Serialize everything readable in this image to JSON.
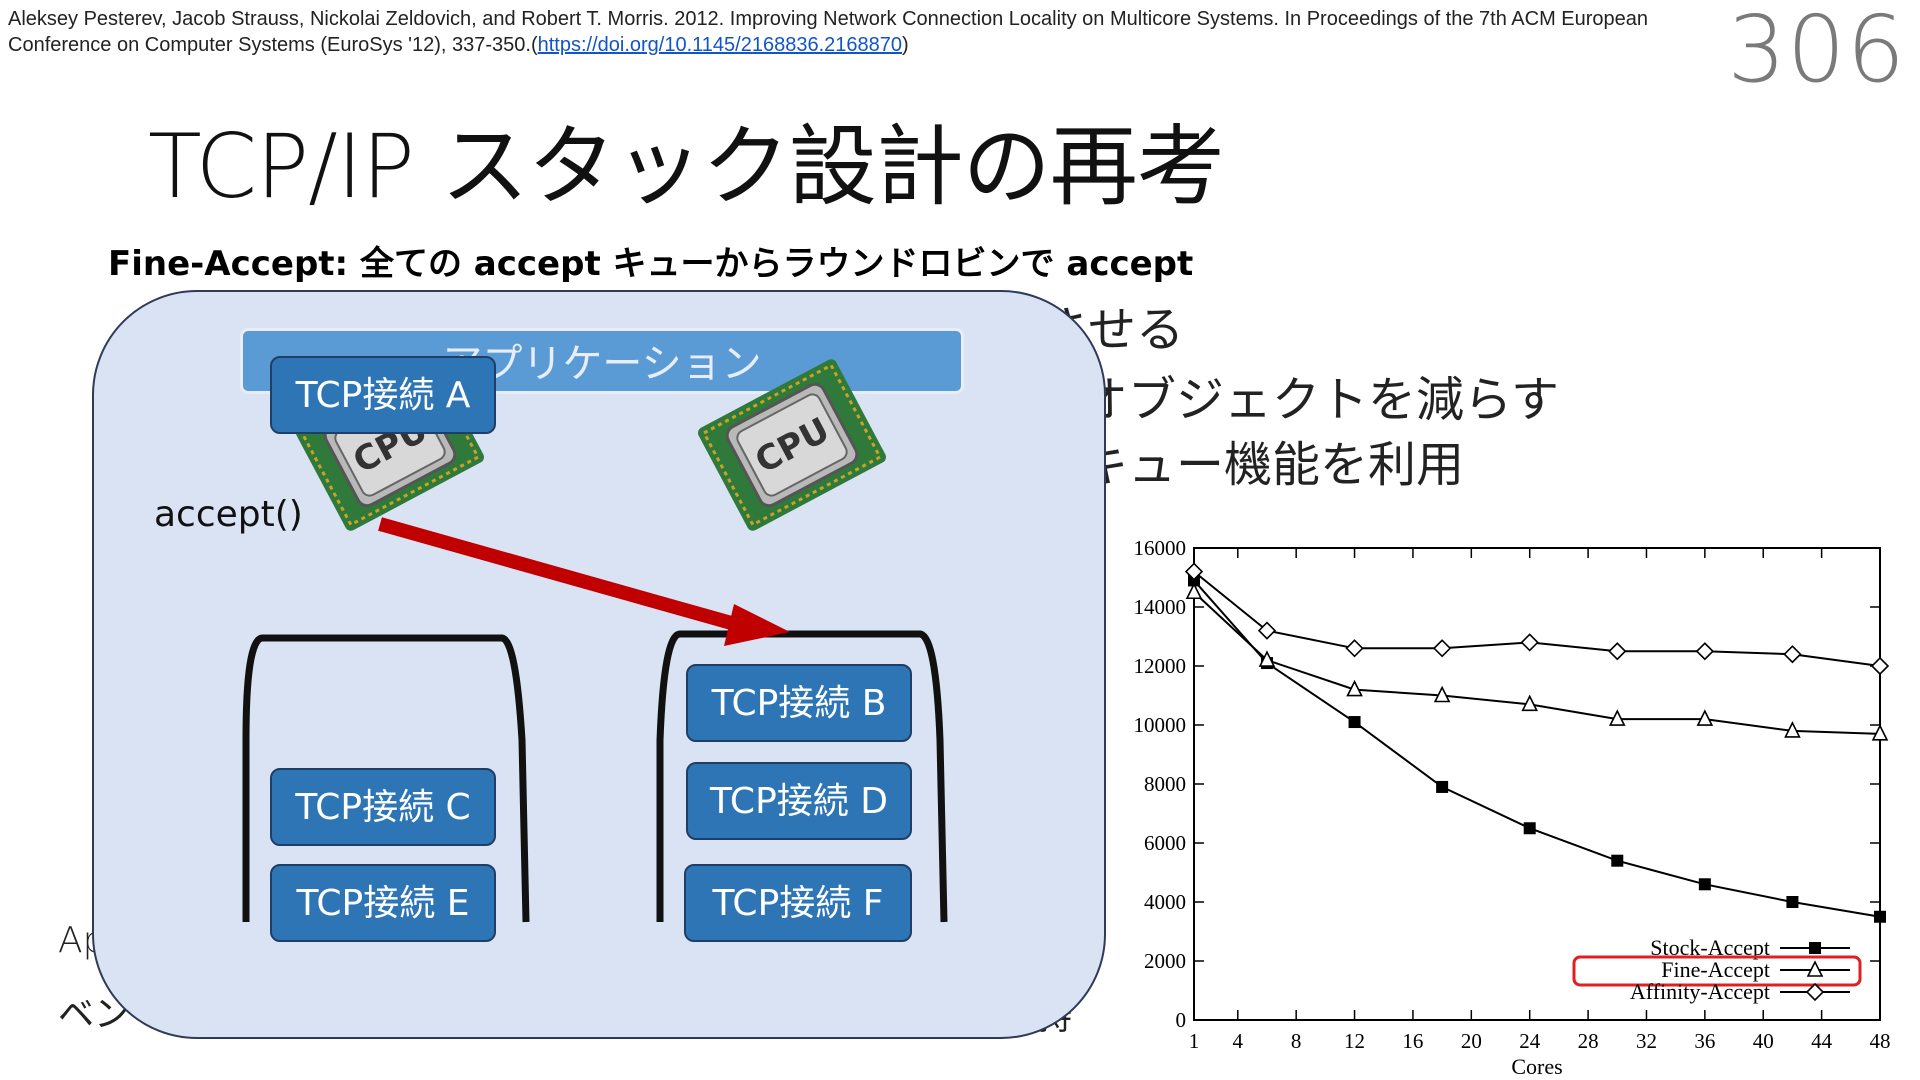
{
  "citation": {
    "text": "Aleksey Pesterev, Jacob Strauss, Nickolai Zeldovich, and Robert T. Morris. 2012. Improving Network Connection Locality on Multicore Systems. In Proceedings of the 7th ACM European Conference on Computer Systems (EuroSys '12), 337-350.(",
    "link": "https://doi.org/10.1145/2168836.2168870",
    "close": ")"
  },
  "page_number": "306",
  "title": "TCP/IP スタック設計の再考",
  "subtitle": "Fine-Accept: 全ての accept キューからラウンドロビンで accept",
  "background_fragments": {
    "line1": "させる",
    "line2": "オブジェクトを減らす",
    "line3": "キュー機能を利用",
    "line4": "Ap",
    "line5": "ベン",
    "line6": "持"
  },
  "diagram": {
    "app_label": "アプリケーション",
    "accept_label": "accept()",
    "cpu_label": "CPU",
    "connections": {
      "a": "TCP接続 A",
      "b": "TCP接続 B",
      "c": "TCP接続 C",
      "d": "TCP接続 D",
      "e": "TCP接続 E",
      "f": "TCP接続 F"
    },
    "colors": {
      "panel": "#dae3f3",
      "app_bar": "#5b9bd5",
      "connection": "#2e75b6",
      "arrow": "#c00000"
    }
  },
  "chart_data": {
    "type": "line",
    "xlabel": "Cores",
    "ylabel": "",
    "xlim": [
      1,
      48
    ],
    "ylim": [
      0,
      16000
    ],
    "x_ticks": [
      1,
      4,
      8,
      12,
      16,
      20,
      24,
      28,
      32,
      36,
      40,
      44,
      48
    ],
    "y_ticks": [
      0,
      2000,
      4000,
      6000,
      8000,
      10000,
      12000,
      14000,
      16000
    ],
    "legend_position": "bottom-right",
    "highlight_series": "Fine-Accept",
    "highlight_color": "#e02020",
    "series": [
      {
        "name": "Stock-Accept",
        "marker": "square",
        "points": [
          [
            1,
            14900
          ],
          [
            6,
            12100
          ],
          [
            12,
            10100
          ],
          [
            18,
            7900
          ],
          [
            24,
            6500
          ],
          [
            30,
            5400
          ],
          [
            36,
            4600
          ],
          [
            42,
            4000
          ],
          [
            48,
            3500
          ]
        ]
      },
      {
        "name": "Fine-Accept",
        "marker": "triangle",
        "points": [
          [
            1,
            14500
          ],
          [
            6,
            12200
          ],
          [
            12,
            11200
          ],
          [
            18,
            11000
          ],
          [
            24,
            10700
          ],
          [
            30,
            10200
          ],
          [
            36,
            10200
          ],
          [
            42,
            9800
          ],
          [
            48,
            9700
          ]
        ]
      },
      {
        "name": "Affinity-Accept",
        "marker": "diamond",
        "points": [
          [
            1,
            15200
          ],
          [
            6,
            13200
          ],
          [
            12,
            12600
          ],
          [
            18,
            12600
          ],
          [
            24,
            12800
          ],
          [
            30,
            12500
          ],
          [
            36,
            12500
          ],
          [
            42,
            12400
          ],
          [
            48,
            12000
          ]
        ]
      }
    ]
  }
}
